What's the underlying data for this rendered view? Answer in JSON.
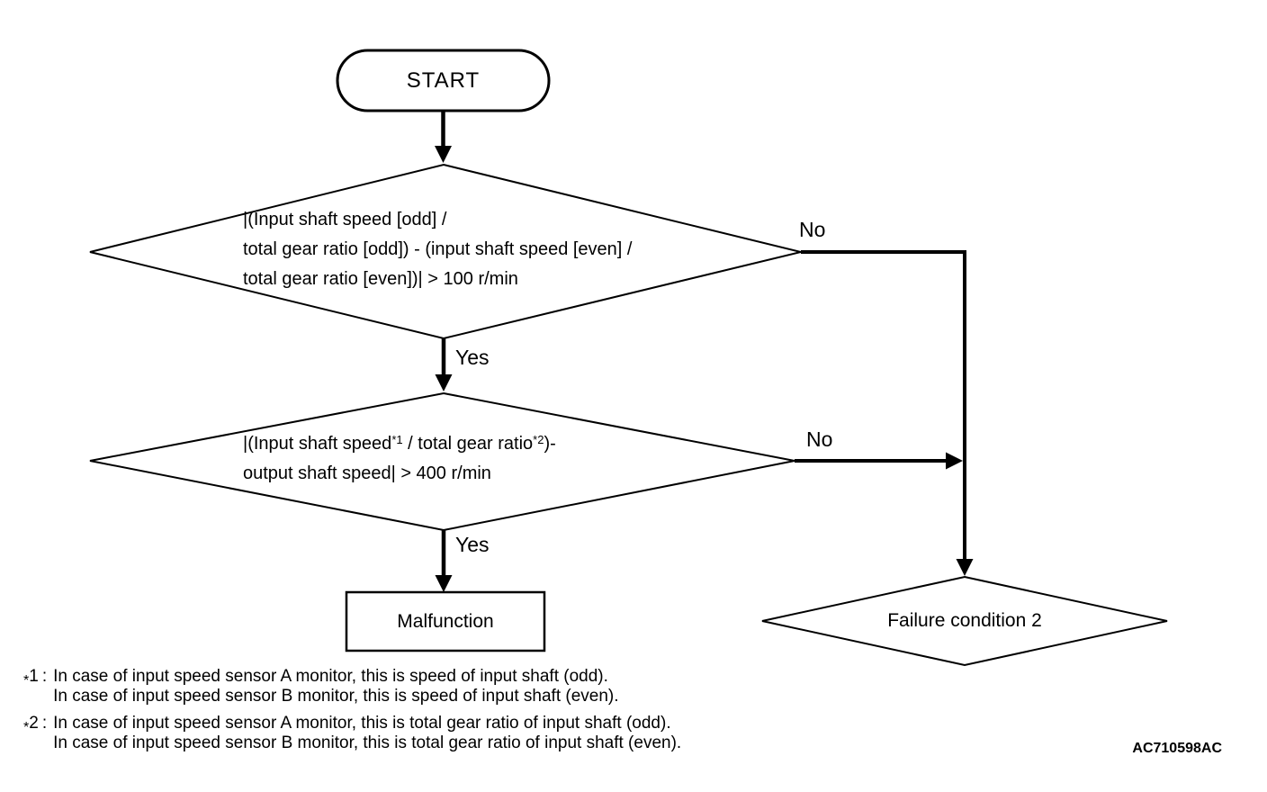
{
  "colors": {
    "background": "#ffffff",
    "stroke": "#000000"
  },
  "flowchart": {
    "start": {
      "label": "START"
    },
    "decision1": {
      "line1": "|(Input shaft speed [odd] /",
      "line2": "total gear ratio [odd]) - (input shaft speed [even] /",
      "line3": "total gear ratio [even])| > 100 r/min",
      "no_label": "No",
      "yes_label": "Yes"
    },
    "decision2": {
      "line1_part1": "|(Input shaft speed",
      "line1_sup1": "*1",
      "line1_part2": " / total gear ratio",
      "line1_sup2": "*2",
      "line1_part3": ")-",
      "line2": "output shaft speed| > 400 r/min",
      "no_label": "No",
      "yes_label": "Yes"
    },
    "malfunction": {
      "label": "Malfunction"
    },
    "failure": {
      "label": "Failure condition 2"
    }
  },
  "footnotes": [
    {
      "marker_star": "*",
      "marker_num": "1",
      "marker_colon": ":",
      "line1": "In case of input speed sensor A monitor, this is speed of input shaft (odd).",
      "line2": "In case of input speed sensor B monitor, this is speed of input shaft (even)."
    },
    {
      "marker_star": "*",
      "marker_num": "2",
      "marker_colon": ":",
      "line1": "In case of input speed sensor A monitor, this is total gear ratio of input shaft (odd).",
      "line2": "In case of input speed sensor B monitor, this is total gear ratio of input shaft (even)."
    }
  ],
  "figure_code": "AC710598AC"
}
